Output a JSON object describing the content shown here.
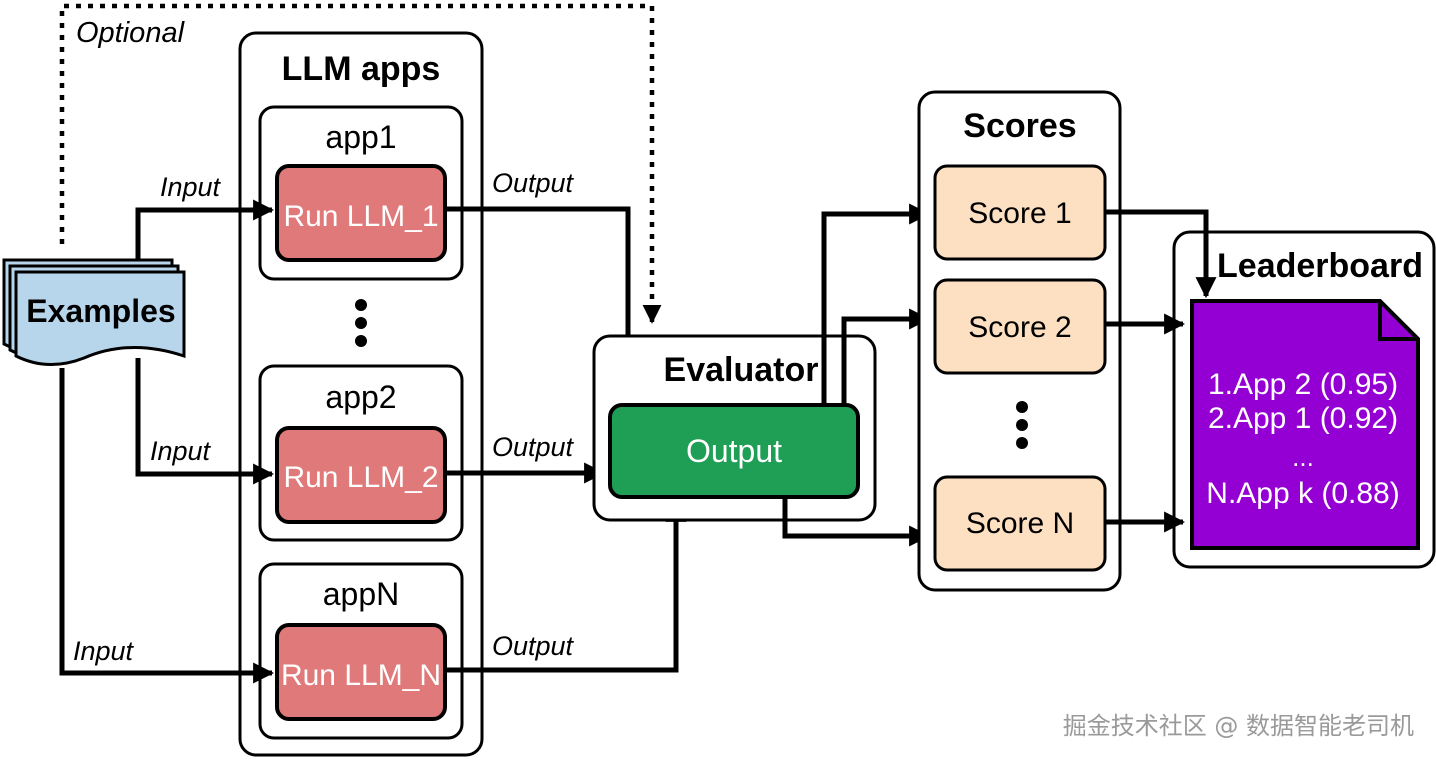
{
  "optional_label": "Optional",
  "examples": {
    "label": "Examples",
    "color": "#b7d6ec"
  },
  "llm_apps": {
    "title": "LLM apps",
    "apps": [
      {
        "name": "app1",
        "run": "Run LLM_1"
      },
      {
        "name": "app2",
        "run": "Run LLM_2"
      },
      {
        "name": "appN",
        "run": "Run LLM_N"
      }
    ],
    "run_color": "#e07a7a"
  },
  "input_label": "Input",
  "output_label": "Output",
  "evaluator": {
    "title": "Evaluator",
    "output": "Output",
    "color": "#1e9f55"
  },
  "scores": {
    "title": "Scores",
    "items": [
      "Score 1",
      "Score 2",
      "Score N"
    ],
    "color": "#fde0c2"
  },
  "leaderboard": {
    "title": "Leaderboard",
    "entries": [
      "1.App 2 (0.95)",
      "2.App 1 (0.92)",
      "...",
      "N.App k (0.88)"
    ],
    "color": "#9400d3"
  },
  "watermark": "掘金技术社区 @ 数据智能老司机"
}
